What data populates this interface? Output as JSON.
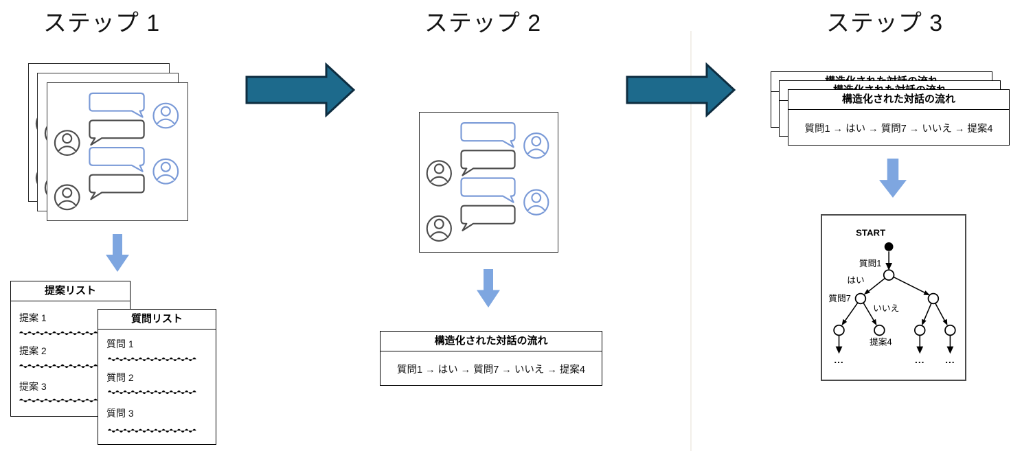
{
  "titles": {
    "step1": "ステップ 1",
    "step2": "ステップ 2",
    "step3": "ステップ 3"
  },
  "step1": {
    "proposal_list": {
      "title": "提案リスト",
      "items": [
        "提案 1",
        "提案 2",
        "提案 3"
      ]
    },
    "question_list": {
      "title": "質問リスト",
      "items": [
        "質問 1",
        "質問 2",
        "質問 3"
      ]
    }
  },
  "flow_box": {
    "title": "構造化された対話の流れ",
    "body": "質問1 → はい → 質問7 → いいえ → 提案4"
  },
  "tree": {
    "start_label": "START",
    "root_label": "質問1",
    "yes_label": "はい",
    "question7_label": "質問7",
    "no_label": "いいえ",
    "proposal4_label": "提案4",
    "ellipsis": "..."
  },
  "colors": {
    "big_arrow_fill": "#1D6A8C",
    "big_arrow_stroke": "#0E2D40",
    "down_arrow_fill": "#7EA6E0",
    "chat_blue": "#7A9AD7",
    "chat_gray": "#4D4D4D"
  }
}
